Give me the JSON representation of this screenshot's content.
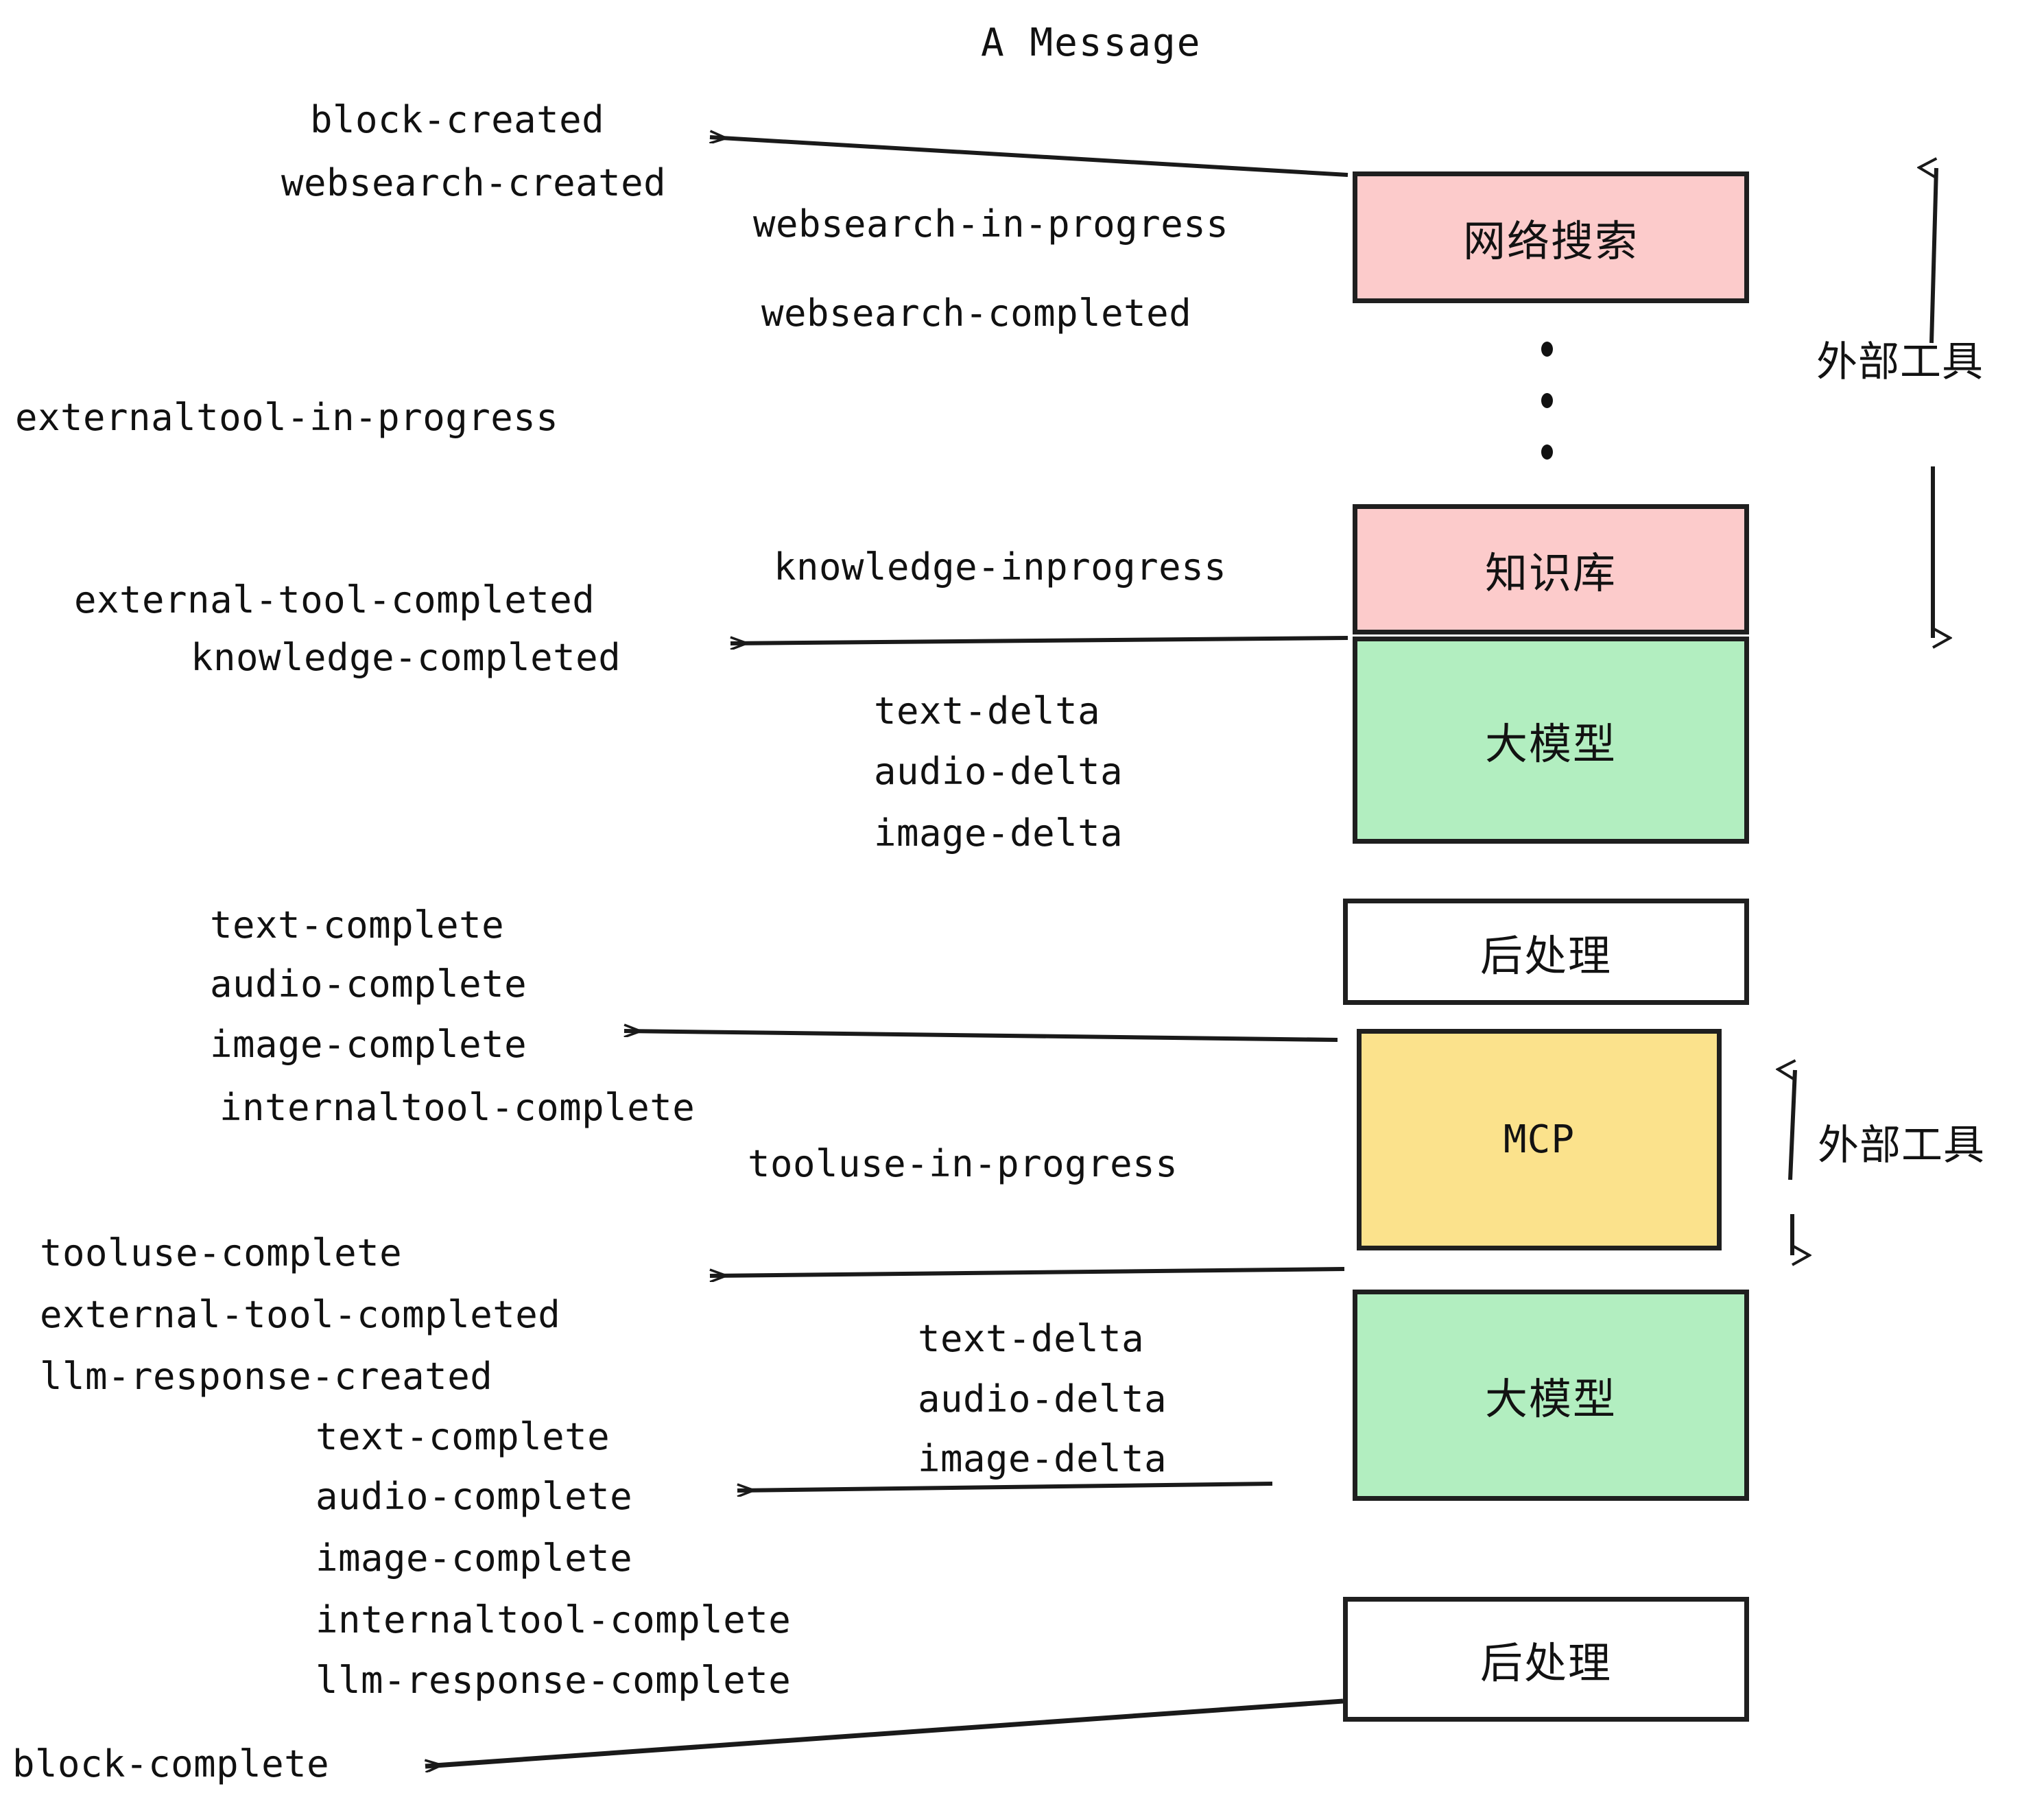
{
  "diagram": {
    "title": "A Message",
    "colors": {
      "pink": "#fccbcb",
      "green": "#b2eec0",
      "yellow": "#fbe28c",
      "white": "#ffffff",
      "stroke": "#1f1f1f",
      "text": "#111111"
    }
  },
  "nodes": [
    {
      "id": "websearch",
      "label": "网络搜索",
      "fill": "pink"
    },
    {
      "id": "knowledge",
      "label": "知识库",
      "fill": "pink"
    },
    {
      "id": "llm-1",
      "label": "大模型",
      "fill": "green"
    },
    {
      "id": "postprocess-1",
      "label": "后处理",
      "fill": "white"
    },
    {
      "id": "mcp",
      "label": "MCP",
      "fill": "yellow"
    },
    {
      "id": "llm-2",
      "label": "大模型",
      "fill": "green"
    },
    {
      "id": "postprocess-2",
      "label": "后处理",
      "fill": "white"
    }
  ],
  "side_labels": [
    {
      "id": "external-tool-upper",
      "label": "外部工具"
    },
    {
      "id": "external-tool-lower",
      "label": "外部工具"
    }
  ],
  "events": {
    "block_created": "block-created",
    "websearch_created": "websearch-created",
    "websearch_in_progress": "websearch-in-progress",
    "websearch_completed": "websearch-completed",
    "externaltool_in_progress": "externaltool-in-progress",
    "knowledge_inprogress": "knowledge-inprogress",
    "external_tool_completed_1": "external-tool-completed",
    "knowledge_completed": "knowledge-completed",
    "text_delta_1": "text-delta",
    "audio_delta_1": "audio-delta",
    "image_delta_1": "image-delta",
    "text_complete_1": "text-complete",
    "audio_complete_1": "audio-complete",
    "image_complete_1": "image-complete",
    "internaltool_complete_1": "internaltool-complete",
    "tooluse_in_progress": "tooluse-in-progress",
    "tooluse_complete": "tooluse-complete",
    "external_tool_completed_2": "external-tool-completed",
    "llm_response_created": "llm-response-created",
    "text_delta_2": "text-delta",
    "audio_delta_2": "audio-delta",
    "image_delta_2": "image-delta",
    "text_complete_2": "text-complete",
    "audio_complete_2": "audio-complete",
    "image_complete_2": "image-complete",
    "internaltool_complete_2": "internaltool-complete",
    "llm_response_complete": "llm-response-complete",
    "block_complete": "block-complete"
  }
}
